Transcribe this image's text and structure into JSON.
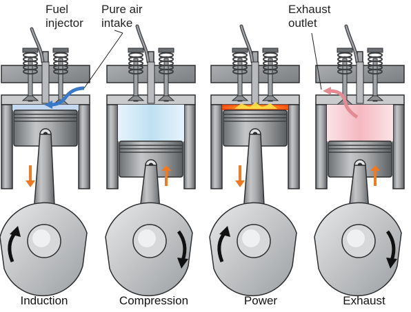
{
  "labels": {
    "fuel": "Fuel",
    "injector": "injector",
    "pure_air": "Pure air",
    "intake": "intake",
    "exhaust": "Exhaust",
    "outlet": "outlet"
  },
  "strokes": [
    {
      "name": "Induction",
      "piston": "down",
      "gas": "air-swirl",
      "crank_rotation": "up"
    },
    {
      "name": "Compression",
      "piston": "up",
      "gas": "air",
      "crank_rotation": "down"
    },
    {
      "name": "Power",
      "piston": "down",
      "gas": "combustion",
      "crank_rotation": "up"
    },
    {
      "name": "Exhaust",
      "piston": "up",
      "gas": "exhaust",
      "crank_rotation": "down"
    }
  ],
  "colors": {
    "metal": "#8a8d90",
    "metal_dark": "#4a4c4f",
    "metal_light": "#c9cbcd",
    "air": "#bfe0f2",
    "intake_arrow": "#3a78c8",
    "combustion": "#f04010",
    "exhaust_gas": "#f4b8c0",
    "motion_arrow": "#f07a20"
  }
}
